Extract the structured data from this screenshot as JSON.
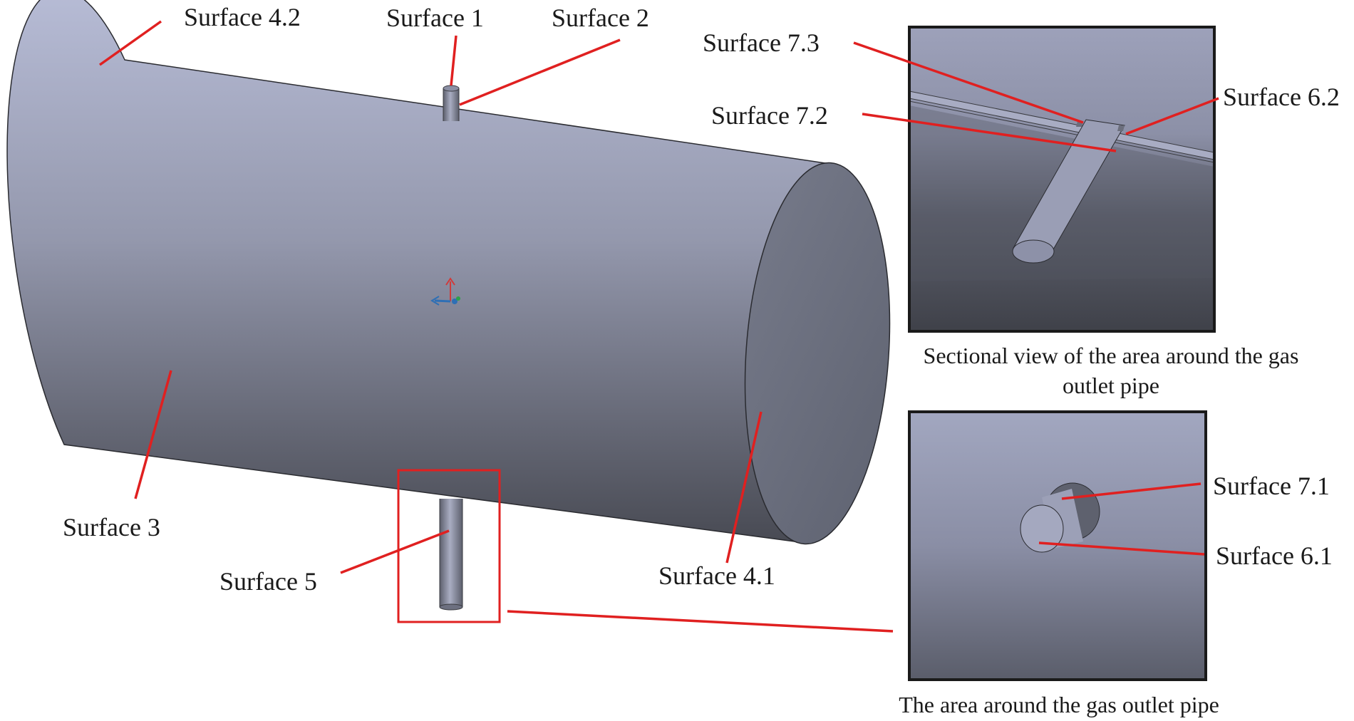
{
  "labels": {
    "surface_4_2": "Surface 4.2",
    "surface_1": "Surface 1",
    "surface_2": "Surface 2",
    "surface_3": "Surface 3",
    "surface_5": "Surface 5",
    "surface_4_1": "Surface 4.1",
    "surface_7_3": "Surface 7.3",
    "surface_7_2": "Surface 7.2",
    "surface_6_2": "Surface 6.2",
    "surface_7_1": "Surface 7.1",
    "surface_6_1": "Surface 6.1"
  },
  "captions": {
    "sectional_line1": "Sectional view of the area around the gas",
    "sectional_line2": "outlet pipe",
    "area": "The area around the gas outlet pipe"
  },
  "colors": {
    "leader": "#e02020",
    "body_light": "#aeb3cb",
    "body_dark": "#45474f",
    "end_cap": "#6c7080",
    "frame": "#1a1a1a"
  }
}
